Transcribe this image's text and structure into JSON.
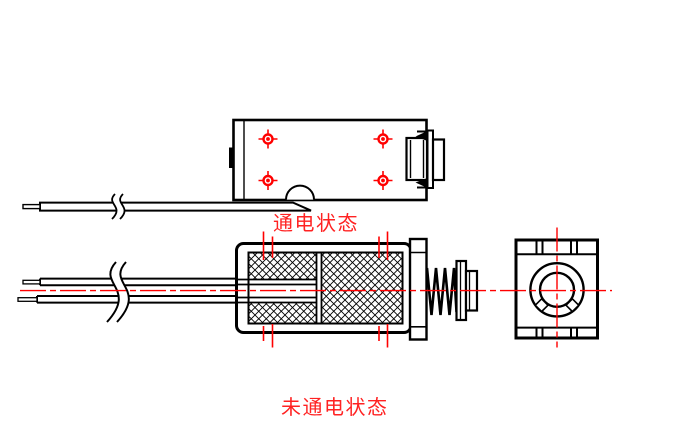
{
  "labels": {
    "energized_state": "通电状态",
    "deenergized_state": "未通电状态"
  },
  "colors": {
    "background": "#FFFFFF",
    "line": "#000000",
    "accent_red": "#FF0000",
    "label_red": "#FF2222"
  },
  "drawing": {
    "views": [
      {
        "name": "top-view-energized",
        "hole_markers": 4
      },
      {
        "name": "section-view-deenergized",
        "hole_tick_pairs": 4
      },
      {
        "name": "end-view",
        "circles": 2
      }
    ]
  }
}
